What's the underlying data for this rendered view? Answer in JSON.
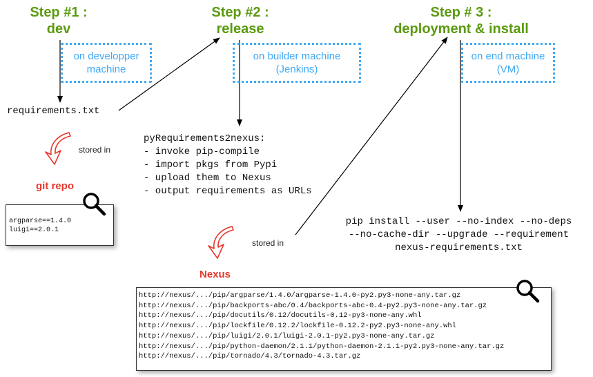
{
  "steps": [
    {
      "title": "Step #1 :",
      "subtitle": "dev"
    },
    {
      "title": "Step #2 :",
      "subtitle": "release"
    },
    {
      "title": "Step # 3 :",
      "subtitle": "deployment & install"
    }
  ],
  "boxes": [
    {
      "line1": "on developper",
      "line2": "machine"
    },
    {
      "line1": "on builder machine",
      "line2": "(Jenkins)"
    },
    {
      "line1": "on end machine",
      "line2": "(VM)"
    }
  ],
  "requirements_file": "requirements.txt",
  "py_tool": {
    "title": "pyRequirements2nexus:",
    "items": [
      "- invoke pip-compile",
      "- import pkgs from Pypi",
      "- upload them to Nexus",
      "- output requirements as URLs"
    ]
  },
  "pip_command": {
    "line1": "pip install --user --no-index --no-deps",
    "line2": "--no-cache-dir --upgrade --requirement",
    "line3": "nexus-requirements.txt"
  },
  "stored_in_label": "stored in",
  "git_repo": {
    "label": "git repo",
    "lines": [
      "argparse==1.4.0",
      "luigi==2.0.1"
    ]
  },
  "nexus": {
    "label": "Nexus",
    "lines": [
      "http://nexus/.../pip/argparse/1.4.0/argparse-1.4.0-py2.py3-none-any.tar.gz",
      "http://nexus/.../pip/backports-abc/0.4/backports-abc-0.4-py2.py3-none-any.tar.gz",
      "http://nexus/.../pip/docutils/0.12/docutils-0.12-py3-none-any.whl",
      "http://nexus/.../pip/lockfile/0.12.2/lockfile-0.12.2-py2.py3-none-any.whl",
      "http://nexus/.../pip/luigi/2.0.1/luigi-2.0.1-py2.py3-none-any.tar.gz",
      "http://nexus/.../pip/python-daemon/2.1.1/python-daemon-2.1.1-py2.py3-none-any.tar.gz",
      "http://nexus/.../pip/tornado/4.3/tornado-4.3.tar.gz"
    ]
  },
  "colors": {
    "step": "#5b9a10",
    "box": "#3fa9f5",
    "red": "#e8372c"
  },
  "icons": [
    "magnifier-icon",
    "curved-arrow-icon"
  ]
}
